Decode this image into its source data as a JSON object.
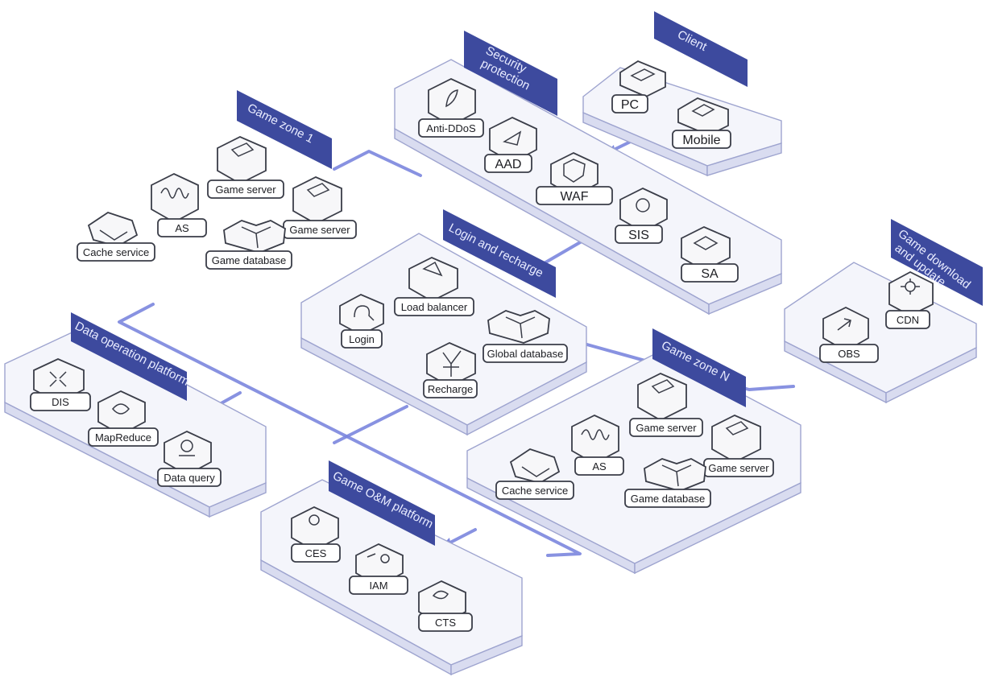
{
  "groups": {
    "client": {
      "title": "Client",
      "pc": "PC",
      "mobile": "Mobile"
    },
    "security": {
      "title_line1": "Security",
      "title_line2": "protection",
      "anti_ddos": "Anti-DDoS",
      "aad": "AAD",
      "waf": "WAF",
      "sis": "SIS",
      "sa": "SA"
    },
    "zone1": {
      "title": "Game zone 1",
      "game_server_a": "Game server",
      "game_server_b": "Game server",
      "as": "AS",
      "cache_service": "Cache service",
      "game_database": "Game database"
    },
    "login": {
      "title": "Login and recharge",
      "load_balancer": "Load balancer",
      "login": "Login",
      "global_database": "Global database",
      "recharge": "Recharge"
    },
    "download": {
      "title_line1": "Game download",
      "title_line2": "and update",
      "cdn": "CDN",
      "obs": "OBS"
    },
    "data_ops": {
      "title": "Data operation platform",
      "dis": "DIS",
      "mapreduce": "MapReduce",
      "data_query": "Data query"
    },
    "zoneN": {
      "title": "Game zone N",
      "game_server_a": "Game server",
      "game_server_b": "Game server",
      "as": "AS",
      "cache_service": "Cache service",
      "game_database": "Game database"
    },
    "om": {
      "title": "Game O&M platform",
      "ces": "CES",
      "iam": "IAM",
      "cts": "CTS"
    }
  },
  "colors": {
    "banner": "#3d4a9e",
    "flow": "#7b86de",
    "platform": "#f4f5fb"
  }
}
